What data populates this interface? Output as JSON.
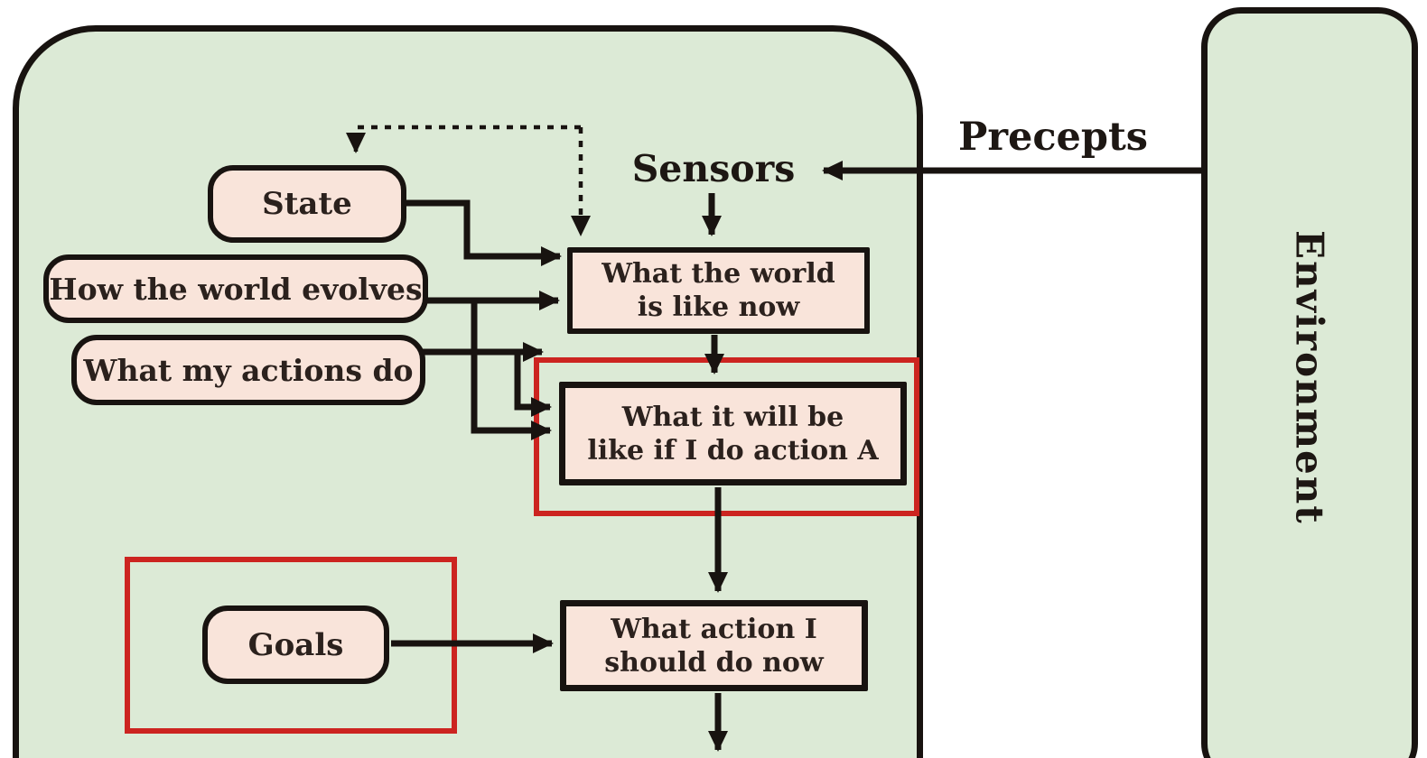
{
  "colors": {
    "background": "#ffffff",
    "panel_fill": "#dcead6",
    "node_fill": "#f9e4da",
    "line_black": "#181310",
    "highlight_red": "#cc2420"
  },
  "agent_panel": {
    "sensors_label": "Sensors"
  },
  "environment_panel": {
    "label": "Environment"
  },
  "flow": {
    "precepts_label": "Precepts"
  },
  "nodes": {
    "state": {
      "label": "State"
    },
    "how_world_evolves": {
      "label": "How the world evolves"
    },
    "what_actions_do": {
      "label": "What my actions do"
    },
    "goals": {
      "label": "Goals"
    },
    "world_now": {
      "line1": "What the world",
      "line2": "is like now"
    },
    "action_result": {
      "line1": "What it will be",
      "line2": "like if I do action A"
    },
    "action_choice": {
      "line1": "What action I",
      "line2": "should do now"
    }
  }
}
